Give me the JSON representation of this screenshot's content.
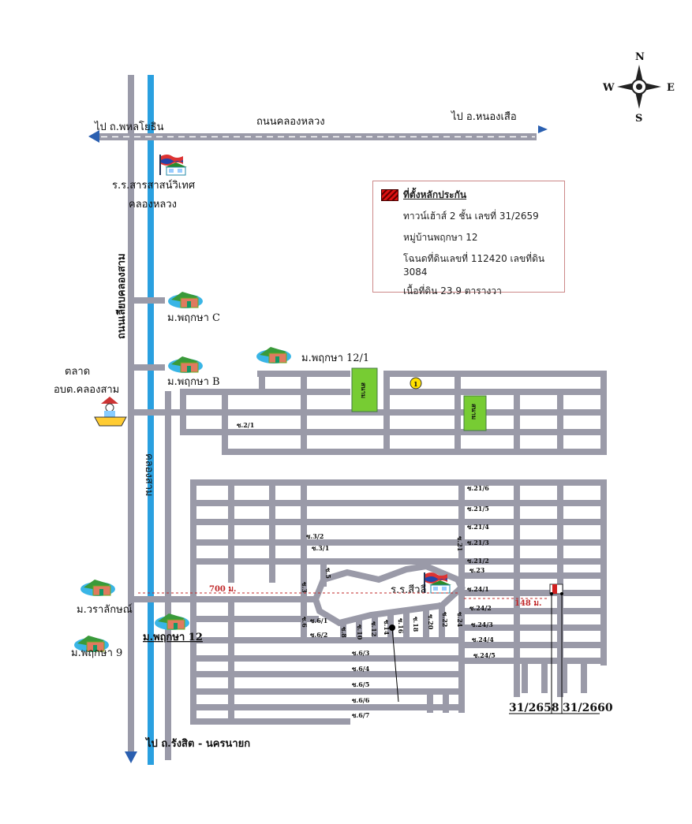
{
  "compass": {
    "n": "N",
    "s": "S",
    "e": "E",
    "w": "W"
  },
  "roads": {
    "top_road": "ถนนคลองหลวง",
    "to_west": "ไป ถ.พหลโยธิน",
    "to_east": "ไป อ.หนองเสือ",
    "side_road": "ถนนเลียบคลองสาม",
    "canal": "คลองสาม",
    "to_south": "ไป ถ.รังสิต - นครนายก"
  },
  "places": {
    "school1_a": "ร.ร.สารสาสน์วิเทศ",
    "school1_b": "คลองหลวง",
    "market_a": "ตลาด",
    "market_b": "อบต.คลองสาม",
    "village_c": "ม.พฤกษา C",
    "village_b": "ม.พฤกษา B",
    "village_121": "ม.พฤกษา 12/1",
    "village_wara": "ม.วราลักษณ์",
    "village_12": "ม.พฤกษา 12",
    "village_9": "ม.พฤกษา 9",
    "school2": "ร.ร.สีวลี",
    "field": "สนาม",
    "marker_1": "1"
  },
  "distances": {
    "d1": "700 ม.",
    "d2": "148 ม."
  },
  "plots": {
    "p1": "31/2658",
    "p2": "31/2660"
  },
  "legend": {
    "title": "ที่ตั้งหลักประกัน",
    "lines": [
      "ทาวน์เฮ้าส์ 2 ชั้น  เลขที่ 31/2659",
      "หมู่บ้านพฤกษา 12",
      "โฉนดที่ดินเลขที่ 112420 เลขที่ดิน 3084",
      "เนื้อที่ดิน 23.9 ตารางวา"
    ],
    "color": "#d11f1f"
  },
  "soi": {
    "s2_1": "ซ.2/1",
    "s3_2": "ซ.3/2",
    "s3_1": "ซ.3/1",
    "s5": "ซ.5",
    "s3": "ซ.3",
    "s6": "ซ.6",
    "s6_1": "ซ.6/1",
    "s6_2": "ซ.6/2",
    "s6_3": "ซ.6/3",
    "s6_4": "ซ.6/4",
    "s6_5": "ซ.6/5",
    "s6_6": "ซ.6/6",
    "s6_7": "ซ.6/7",
    "s8": "ซ.8",
    "s10": "ซ.10",
    "s12": "ซ.12",
    "s14": "ซ.14",
    "s16": "ซ.16",
    "s18": "ซ.18",
    "s20": "ซ.20",
    "s22": "ซ.22",
    "s24": "ซ.24",
    "s21": "ซ.21",
    "s21_6": "ซ.21/6",
    "s21_5": "ซ.21/5",
    "s21_4": "ซ.21/4",
    "s21_3": "ซ.21/3",
    "s21_2": "ซ.21/2",
    "s23": "ซ.23",
    "s24_1": "ซ.24/1",
    "s24_2": "ซ.24/2",
    "s24_3": "ซ.24/3",
    "s24_4": "ซ.24/4",
    "s24_5": "ซ.24/5"
  },
  "colors": {
    "canal": "#2aa0e0",
    "road": "#9a9aa8",
    "field": "#77cc33",
    "accent": "#c0282a"
  }
}
